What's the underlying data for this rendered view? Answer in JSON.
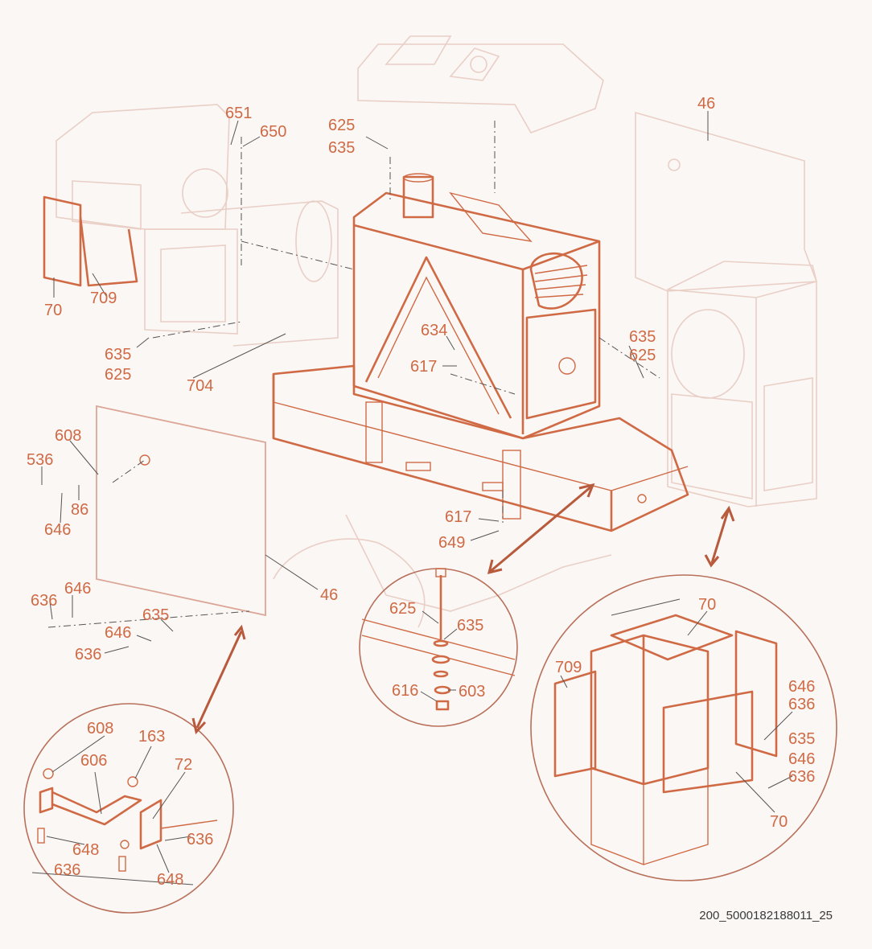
{
  "diagram": {
    "reference_code": "200_5000182188011_25",
    "callouts": [
      "651",
      "650",
      "625",
      "635",
      "46",
      "70",
      "709",
      "635",
      "625",
      "704",
      "634",
      "617",
      "635",
      "625",
      "608",
      "536",
      "86",
      "646",
      "46",
      "636",
      "646",
      "635",
      "646",
      "636",
      "617",
      "649",
      "625",
      "635",
      "616",
      "603",
      "70",
      "709",
      "646",
      "636",
      "635",
      "646",
      "636",
      "70",
      "608",
      "163",
      "606",
      "72",
      "636",
      "648",
      "636",
      "648"
    ]
  },
  "colors": {
    "accent": "#cf6a45",
    "faint_part": "#e9cfc6",
    "leader_line": "#555555",
    "background": "#fbf7f5"
  }
}
